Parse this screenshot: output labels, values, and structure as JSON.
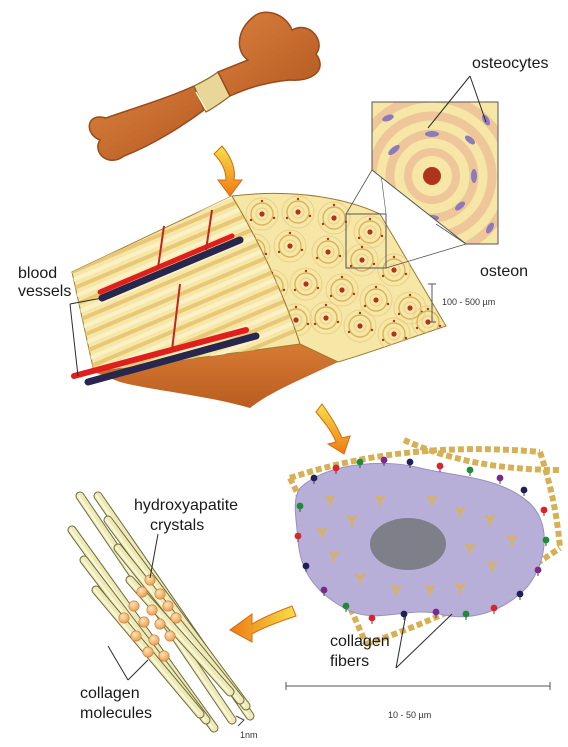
{
  "labels": {
    "osteocytes": "osteocytes",
    "osteon": "osteon",
    "blood_vessels_line1": "blood",
    "blood_vessels_line2": "vessels",
    "osteon_scale": "100 - 500 µm",
    "hydroxyapatite_line1": "hydroxyapatite",
    "hydroxyapatite_line2": "crystals",
    "collagen_molecules_line1": "collagen",
    "collagen_molecules_line2": "molecules",
    "molecule_scale": "1nm",
    "collagen_fibers_line1": "collagen",
    "collagen_fibers_line2": "fibers",
    "cell_scale": "10 - 50 µm"
  },
  "colors": {
    "bone_brown": "#c8692b",
    "bone_dark": "#9a4a1a",
    "bone_ring": "#e8dca8",
    "tissue_cream": "#f6e7a6",
    "tissue_stripe": "#e8c777",
    "osteon_ring": "#d9b45e",
    "osteon_center": "#b0331b",
    "osteocyte": "#8d7ab8",
    "vessel_red": "#e01e1e",
    "vessel_navy": "#26264e",
    "cell_lilac": "#b8afd8",
    "nucleus_gray": "#7f7f8a",
    "fiber_tan": "#d7b056",
    "rod_cream": "#eeeab8",
    "crystal_orange": "#f3b068",
    "arrow_yellow": "#f6d21c",
    "arrow_orange": "#ee7a12"
  }
}
